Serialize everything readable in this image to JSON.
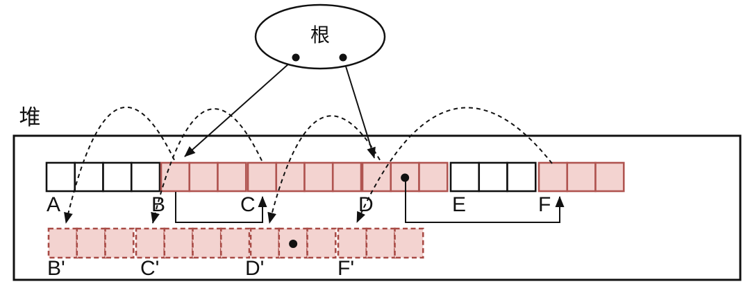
{
  "root": {
    "label": "根",
    "pointers": [
      {
        "to": "B"
      },
      {
        "to": "D"
      }
    ]
  },
  "heap": {
    "label": "堆",
    "blocks": [
      {
        "id": "A",
        "label": "A",
        "cells": 4,
        "filled": false
      },
      {
        "id": "B",
        "label": "B",
        "cells": 3,
        "filled": true
      },
      {
        "id": "C",
        "label": "C",
        "cells": 4,
        "filled": true
      },
      {
        "id": "D",
        "label": "D",
        "cells": 3,
        "filled": true,
        "dot_cell": 2
      },
      {
        "id": "E",
        "label": "E",
        "cells": 3,
        "filled": false
      },
      {
        "id": "F",
        "label": "F",
        "cells": 3,
        "filled": true
      }
    ],
    "copies": [
      {
        "id": "Bp",
        "label": "B'",
        "cells": 3
      },
      {
        "id": "Cp",
        "label": "C'",
        "cells": 4
      },
      {
        "id": "Dp",
        "label": "D'",
        "cells": 3,
        "dot_cell": 2
      },
      {
        "id": "Fp",
        "label": "F'",
        "cells": 3
      }
    ],
    "heap_pointers": [
      {
        "from": "B",
        "to": "C"
      },
      {
        "from": "D",
        "to": "F"
      }
    ],
    "forwarding": [
      {
        "from": "B",
        "to": "B'"
      },
      {
        "from": "C",
        "to": "C'"
      },
      {
        "from": "D",
        "to": "D'"
      },
      {
        "from": "F",
        "to": "F'"
      }
    ]
  },
  "colors": {
    "filled_fill": "#f3d3d0",
    "filled_border": "#b05450",
    "copy_border": "#a84a45",
    "empty_fill": "#ffffff",
    "line": "#111111"
  }
}
